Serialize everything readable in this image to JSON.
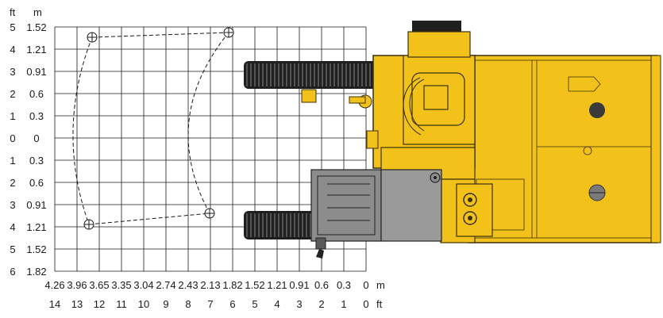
{
  "units": {
    "left_ft": "ft",
    "left_m": "m",
    "bottom_m": "m",
    "bottom_ft": "ft"
  },
  "rows": [
    {
      "ft": "5",
      "m": "1.52"
    },
    {
      "ft": "4",
      "m": "1.21"
    },
    {
      "ft": "3",
      "m": "0.91"
    },
    {
      "ft": "2",
      "m": "0.6"
    },
    {
      "ft": "1",
      "m": "0.3"
    },
    {
      "ft": "0",
      "m": "0"
    },
    {
      "ft": "1",
      "m": "0.3"
    },
    {
      "ft": "2",
      "m": "0.6"
    },
    {
      "ft": "3",
      "m": "0.91"
    },
    {
      "ft": "4",
      "m": "1.21"
    },
    {
      "ft": "5",
      "m": "1.52"
    },
    {
      "ft": "6",
      "m": "1.82"
    }
  ],
  "cols": [
    {
      "m": "4.26",
      "ft": "14"
    },
    {
      "m": "3.96",
      "ft": "13"
    },
    {
      "m": "3.65",
      "ft": "12"
    },
    {
      "m": "3.35",
      "ft": "11"
    },
    {
      "m": "3.04",
      "ft": "10"
    },
    {
      "m": "2.74",
      "ft": "9"
    },
    {
      "m": "2.43",
      "ft": "8"
    },
    {
      "m": "2.13",
      "ft": "7"
    },
    {
      "m": "1.82",
      "ft": "6"
    },
    {
      "m": "1.52",
      "ft": "5"
    },
    {
      "m": "1.21",
      "ft": "4"
    },
    {
      "m": "0.91",
      "ft": "3"
    },
    {
      "m": "0.6",
      "ft": "2"
    },
    {
      "m": "0.3",
      "ft": "1"
    },
    {
      "m": "0",
      "ft": "0"
    }
  ],
  "colors": {
    "grid": "#1a1a1a",
    "machine_body": "#f2c21b",
    "machine_outline": "#3b2f0a",
    "track": "#1f1f1f",
    "cab": "#8c8c8c",
    "cab_dark": "#5a5a5a"
  }
}
